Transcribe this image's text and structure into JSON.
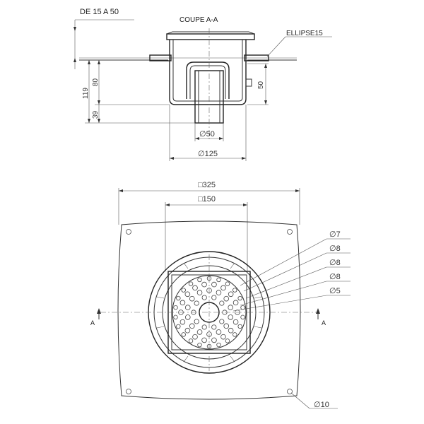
{
  "labels": {
    "range": "DE 15 A 50",
    "section": "COUPE A-A",
    "ellipse": "ELLIPSE15",
    "dim_119": "119",
    "dim_80": "80",
    "dim_39": "39",
    "dim_50_side": "50",
    "dia_50": "∅50",
    "dia_125": "∅125",
    "sq_325": "□325",
    "sq_150": "□150",
    "dia_7": "∅7",
    "dia_8a": "∅8",
    "dia_8b": "∅8",
    "dia_8c": "∅8",
    "dia_5": "∅5",
    "dia_10": "∅10",
    "sec_a_left": "A",
    "sec_a_right": "A"
  }
}
